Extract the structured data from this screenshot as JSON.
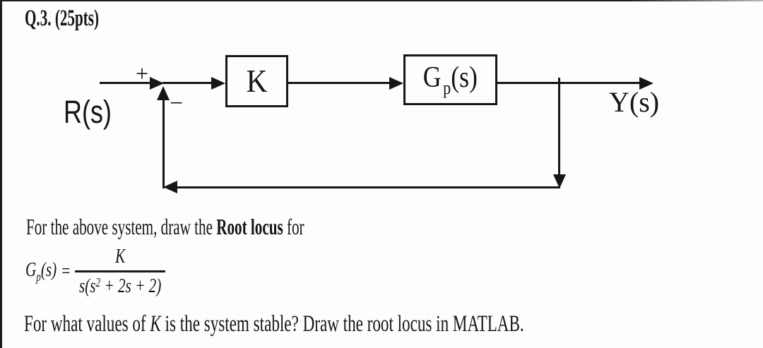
{
  "page": {
    "title": "Q.3. (25pts)",
    "background": "#fdfdfd",
    "ink": "#161616"
  },
  "diagram": {
    "input_label": "R(s)",
    "summing_plus": "+",
    "summing_minus": "−",
    "gain_block_label": "K",
    "plant_block": {
      "base": "G",
      "subscript": "p",
      "argument": "(s)"
    },
    "output_label": "Y(s)"
  },
  "body": {
    "instruction": {
      "pre": "For the above system, draw the ",
      "bold": "Root locus",
      "post": " for"
    },
    "equation": {
      "lhs_base": "G",
      "lhs_subscript": "p",
      "lhs_argument": "(s)",
      "equals": "=",
      "numerator": "K",
      "denominator_pre": "s(s",
      "denominator_sup": "2",
      "denominator_post": " + 2s + 2)"
    },
    "question": {
      "pre": "For what values of ",
      "emph": "K",
      "post": " is the system stable? Draw the root locus in MATLAB."
    }
  }
}
